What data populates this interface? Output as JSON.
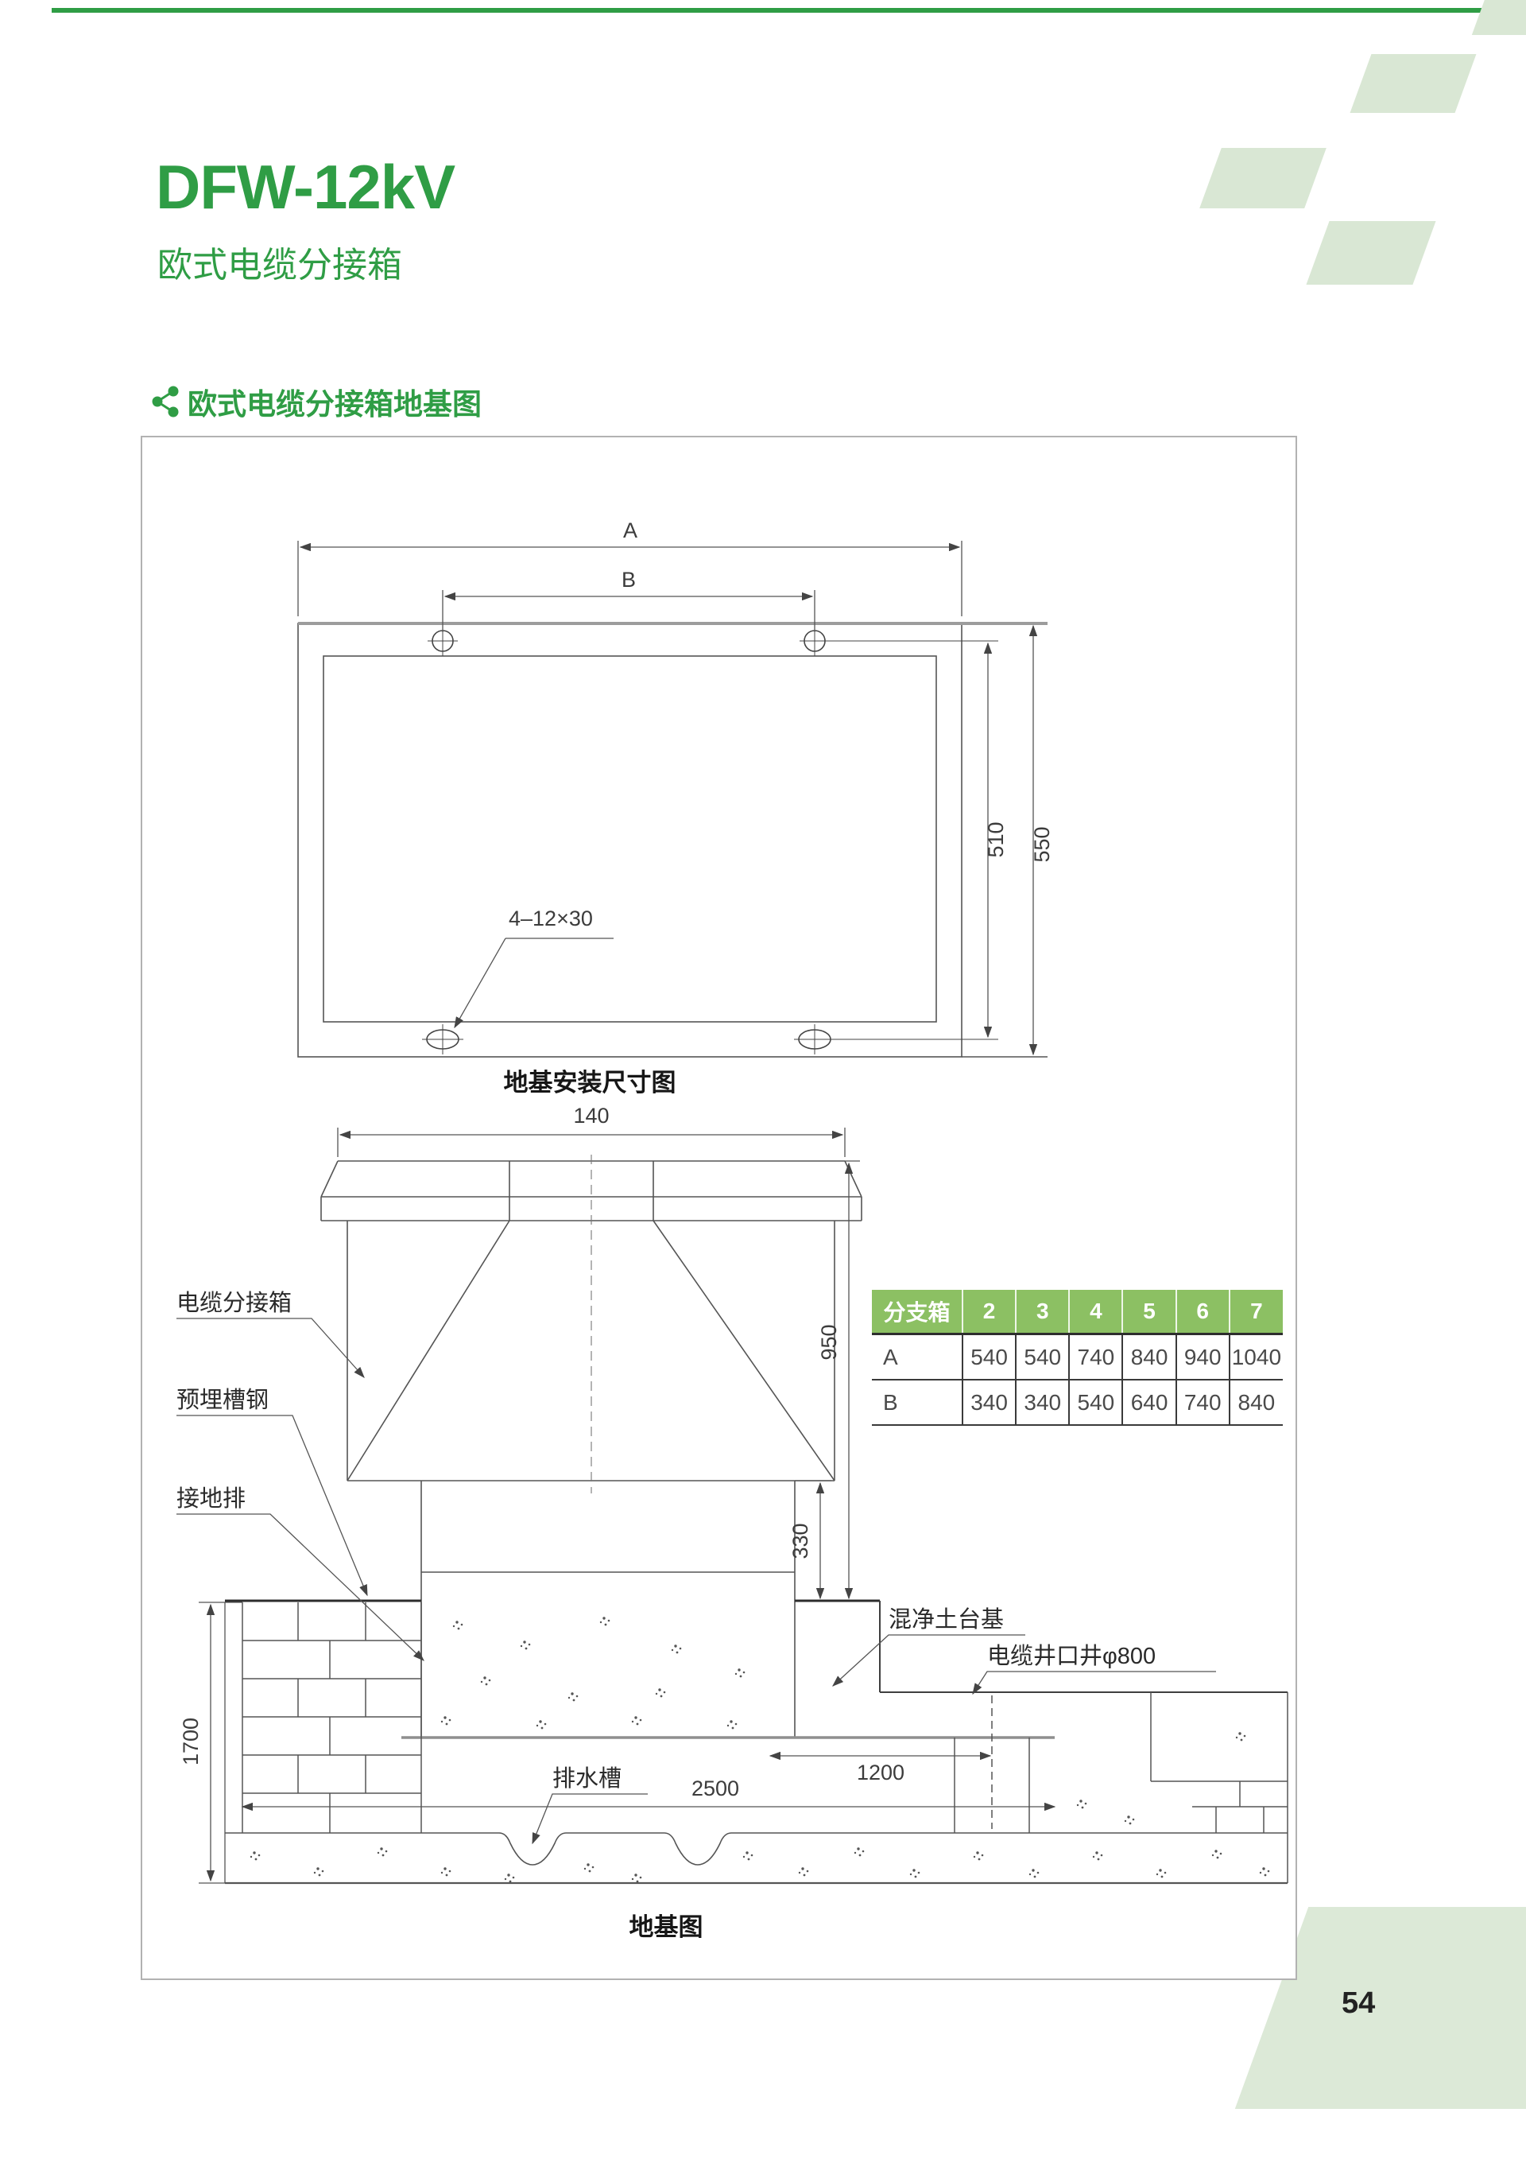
{
  "header": {
    "title": "DFW-12kV",
    "subtitle": "欧式电缆分接箱"
  },
  "section": {
    "title": "欧式电缆分接箱地基图"
  },
  "diagram1": {
    "caption": "地基安装尺寸图",
    "dim_a": "A",
    "dim_b": "B",
    "dim_inner_height": "510",
    "dim_outer_height": "550",
    "holes_label": "4–12×30"
  },
  "diagram2": {
    "caption": "地基图",
    "dim_top_width": "140",
    "dim_cabinet_height": "950",
    "dim_base_height": "330",
    "dim_pit_depth": "1700",
    "dim_pit_width": "2500",
    "dim_footing_width": "1200",
    "labels": {
      "cabinet": "电缆分接箱",
      "channel_steel": "预埋槽钢",
      "ground_bar": "接地排",
      "concrete_base": "混净土台基",
      "cable_well": "电缆井口井φ800",
      "drain": "排水槽"
    }
  },
  "table": {
    "header": [
      "分支箱",
      "2",
      "3",
      "4",
      "5",
      "6",
      "7"
    ],
    "rows": [
      {
        "label": "A",
        "values": [
          "540",
          "540",
          "740",
          "840",
          "940",
          "1040"
        ]
      },
      {
        "label": "B",
        "values": [
          "340",
          "340",
          "540",
          "640",
          "740",
          "840"
        ]
      }
    ]
  },
  "page": {
    "number": "54"
  },
  "colors": {
    "accent_green": "#2f9d45",
    "table_header_green": "#8cc063",
    "decoration_green": "#d9e7d4"
  },
  "icons": {
    "section_icon": "share-icon"
  }
}
